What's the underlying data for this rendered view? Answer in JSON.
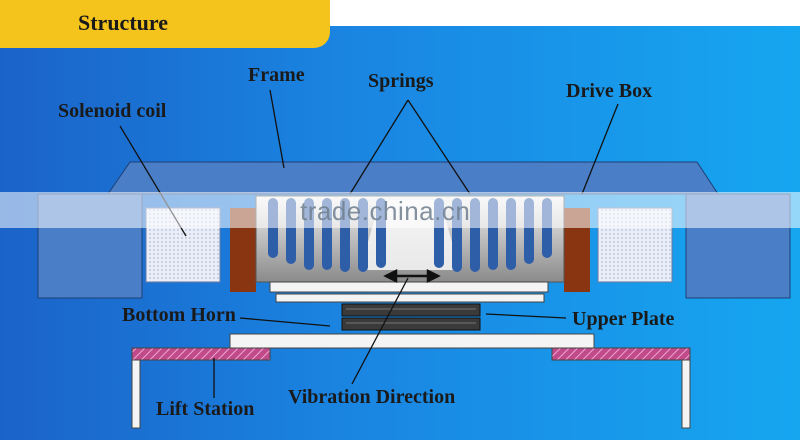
{
  "header": {
    "title": "Structure"
  },
  "labels": {
    "frame": "Frame",
    "springs": "Springs",
    "drive_box": "Drive Box",
    "solenoid_coil": "Solenoid coil",
    "bottom_horn": "Bottom Horn",
    "upper_plate": "Upper Plate",
    "lift_station": "Lift Station",
    "vibration_direction": "Vibration Direction"
  },
  "watermark": {
    "text": "trade.china.cn"
  },
  "colors": {
    "tab": "#f5c41c",
    "panel_left": "#1b63c8",
    "panel_right": "#16a6f0",
    "frame": "#4a7fc7",
    "coil_brown": "#8a3512",
    "spring": "#2f5ea8",
    "lift_pink": "#c04a8a",
    "plate_dark": "#333333"
  }
}
